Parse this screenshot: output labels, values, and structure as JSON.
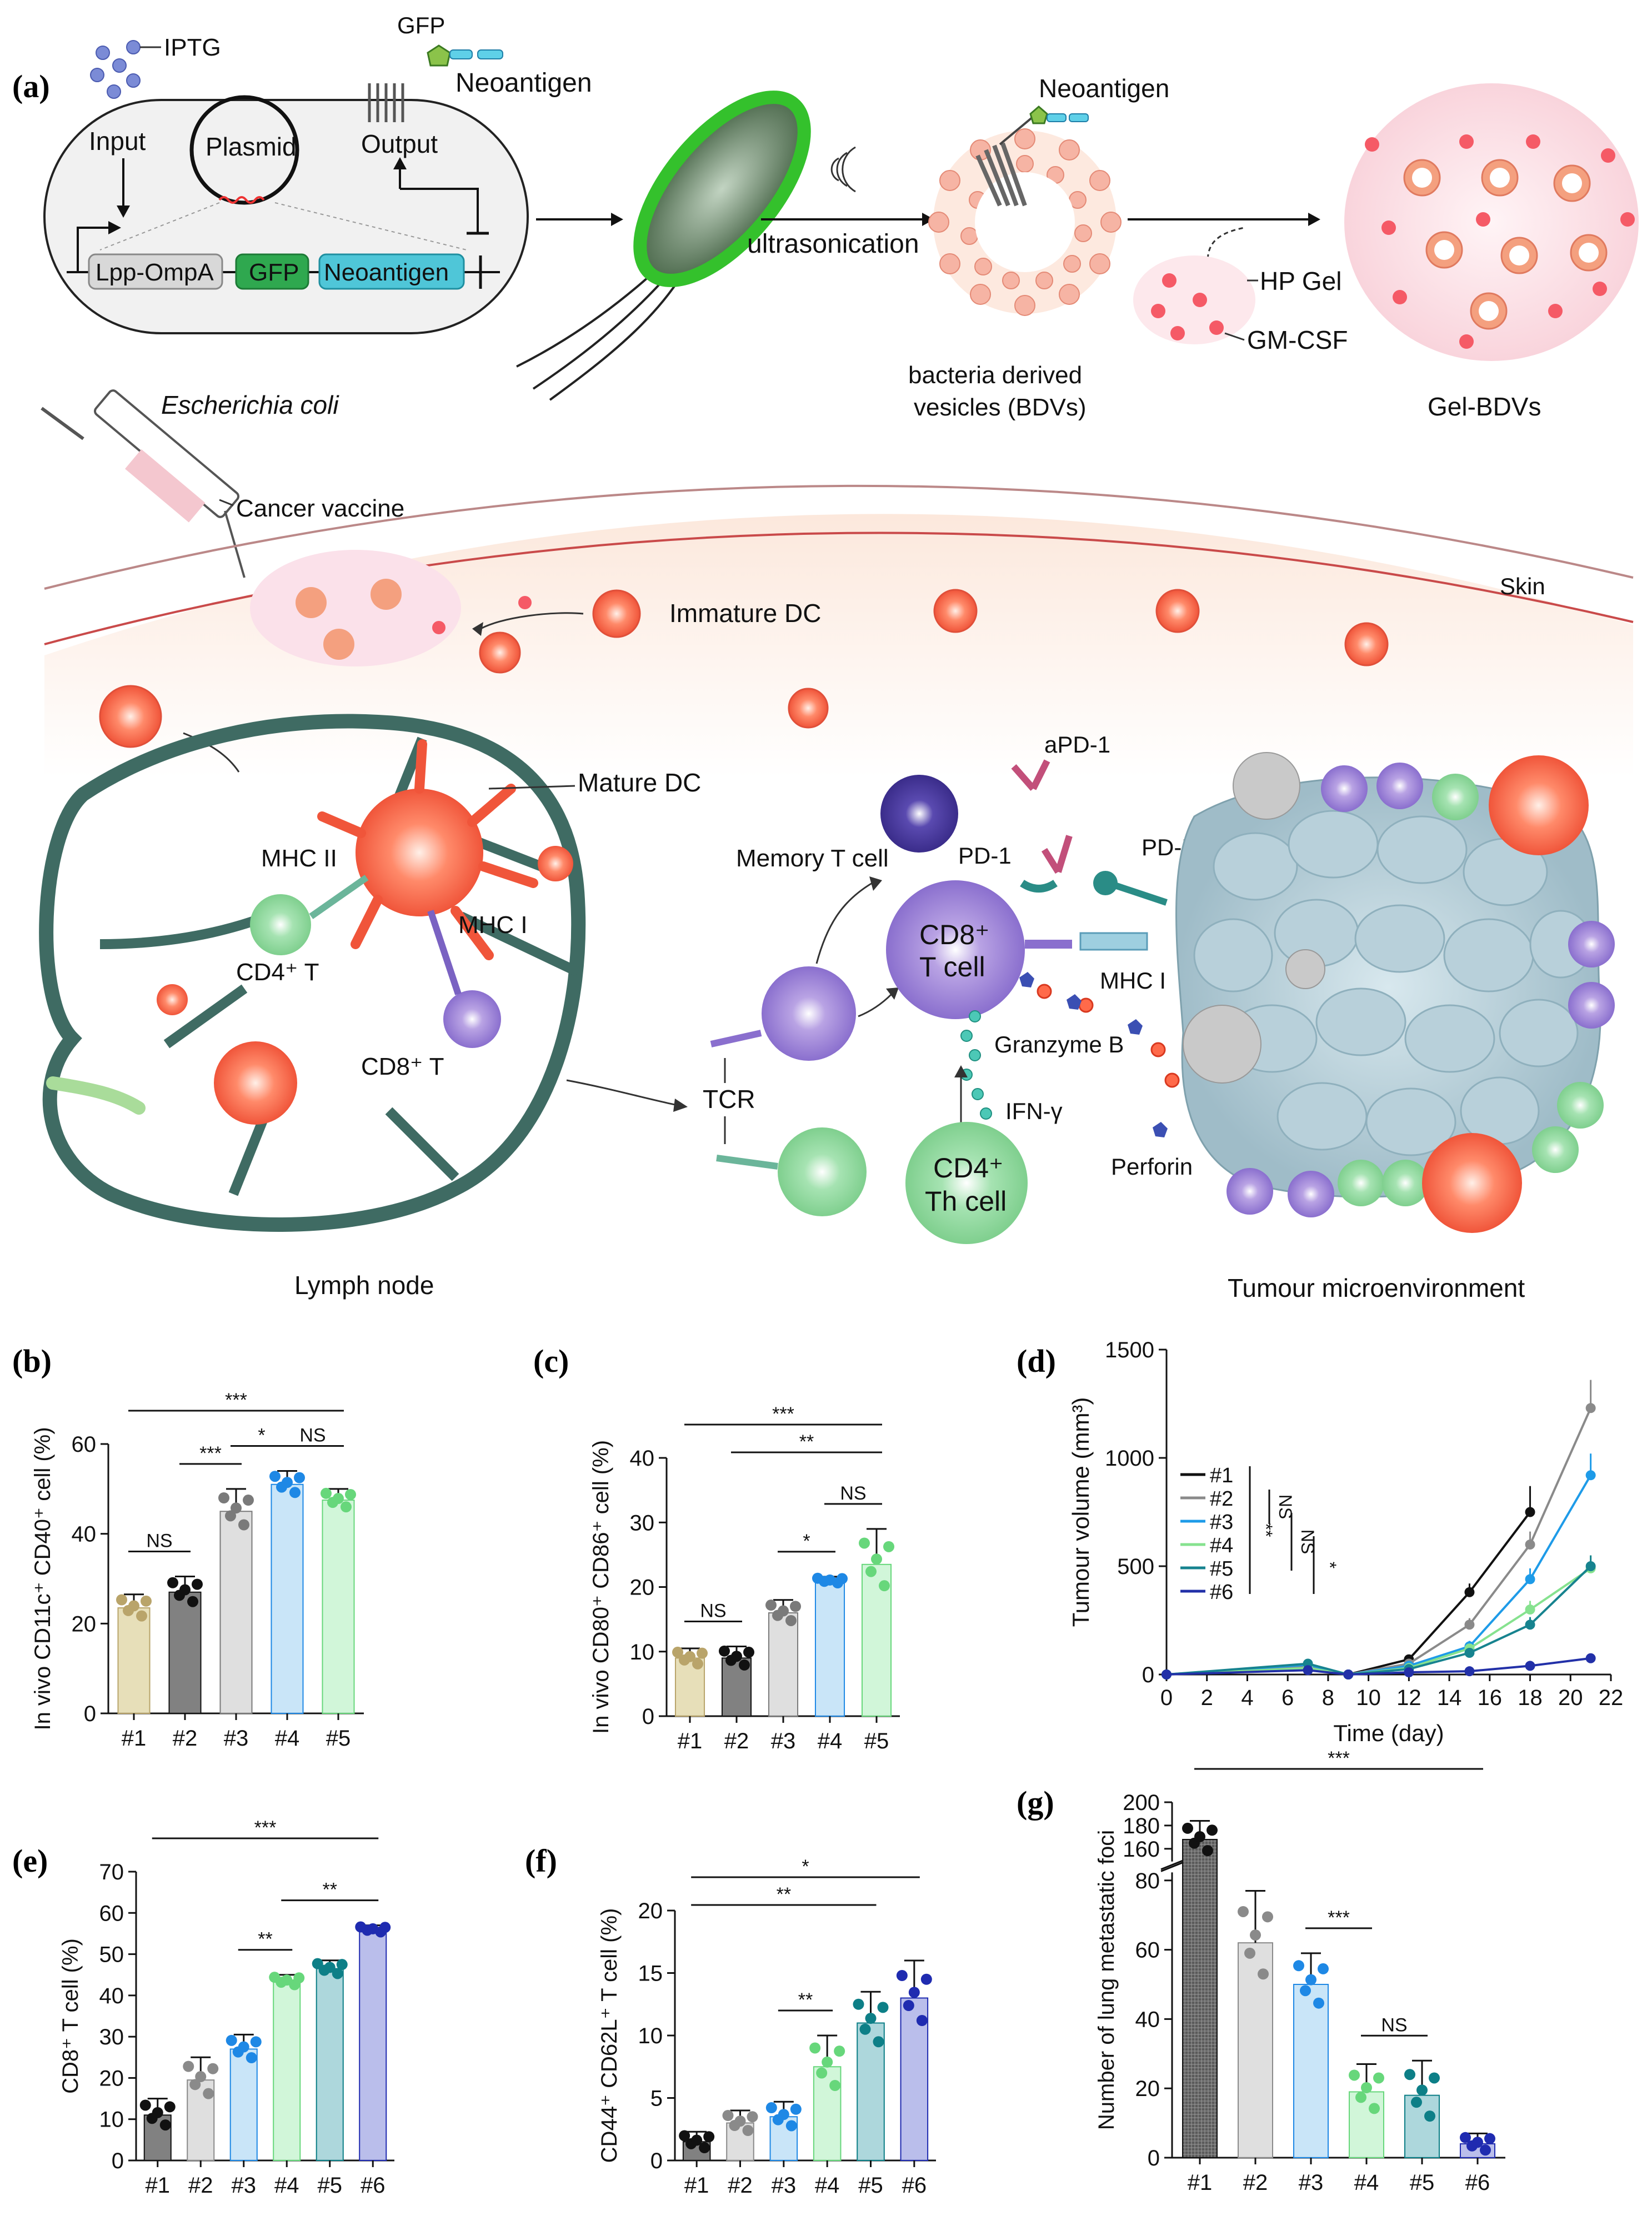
{
  "panel_labels": [
    "(a)",
    "(b)",
    "(c)",
    "(d)",
    "(e)",
    "(f)",
    "(g)"
  ],
  "schematic": {
    "ecoli": {
      "iptg": "IPTG",
      "input": "Input",
      "plasmid": "Plasmid",
      "output": "Output",
      "gfp_top": "GFP",
      "neoantigen_top": "Neoantigen",
      "lpp": "Lpp-OmpA",
      "gfp": "GFP",
      "neoantigen": "Neoantigen",
      "caption": "Escherichia coli"
    },
    "ultrasonication": "ultrasonication",
    "bdv_neoantigen": "Neoantigen",
    "bdv_caption_1": "bacteria derived",
    "bdv_caption_2": "vesicles (BDVs)",
    "hp_gel": "HP Gel",
    "gm_csf": "GM-CSF",
    "gel_bdvs": "Gel-BDVs",
    "cancer_vaccine": "Cancer vaccine",
    "skin": "Skin",
    "immature_dc": "Immature DC",
    "mature_dc": "Mature DC",
    "mhc_ii": "MHC II",
    "mhc_i_left": "MHC I",
    "cd4_t": "CD4⁺ T",
    "cd8_t": "CD8⁺ T",
    "lymph_node": "Lymph node",
    "memory_t": "Memory T cell",
    "tcr": "TCR",
    "cd8_tcell_1": "CD8⁺",
    "cd8_tcell_2": "T cell",
    "cd4_th_1": "CD4⁺",
    "cd4_th_2": "Th cell",
    "ifn": "IFN-γ",
    "granzyme": "Granzyme B",
    "perforin": "Perforin",
    "apd1": "aPD-1",
    "pd1": "PD-1",
    "pdl1": "PD-L1",
    "mhc_i_right": "MHC I",
    "tme": "Tumour microenvironment"
  },
  "chart_data": [
    {
      "panel": "(b)",
      "type": "bar",
      "ylabel": "In vivo CD11c⁺ CD40⁺ cell (%)",
      "categories": [
        "#1",
        "#2",
        "#3",
        "#4",
        "#5"
      ],
      "values": [
        23.5,
        27,
        45,
        51,
        47.5
      ],
      "errors": [
        3,
        3.5,
        5,
        3,
        2.5
      ],
      "ylim": [
        0,
        60
      ],
      "yticks": [
        0,
        20,
        40,
        60
      ],
      "colors": [
        "#e3d9ad",
        "#6b6b6b",
        "#d9d9d9",
        "#bfe0f7",
        "#c9f5d2"
      ],
      "dot_colors": [
        "#b9a46a",
        "#111111",
        "#7a7a7a",
        "#1e88e5",
        "#67d77b"
      ],
      "significance": [
        {
          "from": 1,
          "to": 2,
          "label": "NS"
        },
        {
          "from": 2,
          "to": 3,
          "label": "***"
        },
        {
          "from": 3,
          "to": 4,
          "label": "*"
        },
        {
          "from": 4,
          "to": 5,
          "label": "NS"
        },
        {
          "from": 1,
          "to": 5,
          "label": "***"
        }
      ]
    },
    {
      "panel": "(c)",
      "type": "bar",
      "ylabel": "In vivo CD80⁺ CD86⁺ cell (%)",
      "categories": [
        "#1",
        "#2",
        "#3",
        "#4",
        "#5"
      ],
      "values": [
        9,
        9,
        16,
        21,
        23.5
      ],
      "errors": [
        1.5,
        1.8,
        2,
        0.6,
        5.5
      ],
      "ylim": [
        0,
        40
      ],
      "yticks": [
        0,
        10,
        20,
        30,
        40
      ],
      "colors": [
        "#e3d9ad",
        "#6b6b6b",
        "#d9d9d9",
        "#bfe0f7",
        "#c9f5d2"
      ],
      "dot_colors": [
        "#b9a46a",
        "#111111",
        "#7a7a7a",
        "#1e88e5",
        "#67d77b"
      ],
      "significance": [
        {
          "from": 1,
          "to": 2,
          "label": "NS"
        },
        {
          "from": 3,
          "to": 4,
          "label": "*"
        },
        {
          "from": 4,
          "to": 5,
          "label": "NS"
        },
        {
          "from": 2,
          "to": 5,
          "label": "**"
        },
        {
          "from": 1,
          "to": 5,
          "label": "***"
        }
      ]
    },
    {
      "panel": "(d)",
      "type": "line",
      "xlabel": "Time (day)",
      "ylabel": "Tumour volume (mm³)",
      "xlim": [
        0,
        22
      ],
      "ylim": [
        0,
        1500
      ],
      "xticks": [
        0,
        2,
        4,
        6,
        8,
        10,
        12,
        14,
        16,
        18,
        20,
        22
      ],
      "yticks": [
        0,
        500,
        1000,
        1500
      ],
      "x": [
        0,
        7,
        9,
        12,
        15,
        18,
        21
      ],
      "series": [
        {
          "name": "#1",
          "color": "#111111",
          "values": [
            0,
            40,
            0,
            70,
            380,
            750,
            null
          ],
          "errors": [
            0,
            15,
            0,
            15,
            40,
            120,
            null
          ]
        },
        {
          "name": "#2",
          "color": "#8a8a8a",
          "values": [
            0,
            35,
            0,
            50,
            230,
            600,
            1230
          ],
          "errors": [
            0,
            15,
            0,
            15,
            30,
            60,
            130
          ]
        },
        {
          "name": "#3",
          "color": "#1e9be8",
          "values": [
            0,
            45,
            0,
            40,
            130,
            440,
            920
          ],
          "errors": [
            0,
            15,
            0,
            15,
            25,
            50,
            100
          ]
        },
        {
          "name": "#4",
          "color": "#86e28f",
          "values": [
            0,
            30,
            0,
            30,
            120,
            300,
            490
          ],
          "errors": [
            0,
            15,
            0,
            10,
            20,
            40,
            60
          ]
        },
        {
          "name": "#5",
          "color": "#17838f",
          "values": [
            0,
            50,
            0,
            25,
            100,
            230,
            500
          ],
          "errors": [
            0,
            15,
            0,
            10,
            20,
            35,
            50
          ]
        },
        {
          "name": "#6",
          "color": "#2230a8",
          "values": [
            0,
            20,
            0,
            10,
            15,
            40,
            75
          ],
          "errors": [
            0,
            10,
            0,
            5,
            5,
            8,
            10
          ]
        }
      ],
      "significance": [
        "**",
        "NS",
        "NS",
        "*"
      ]
    },
    {
      "panel": "(e)",
      "type": "bar",
      "ylabel": "CD8⁺ T cell  (%)",
      "categories": [
        "#1",
        "#2",
        "#3",
        "#4",
        "#5",
        "#6"
      ],
      "values": [
        11,
        19.5,
        27,
        43.5,
        46.5,
        56
      ],
      "errors": [
        4,
        5.5,
        3.5,
        1.5,
        2,
        1
      ],
      "ylim": [
        0,
        70
      ],
      "yticks": [
        0,
        10,
        20,
        30,
        40,
        50,
        60,
        70
      ],
      "colors": [
        "#6b6b6b",
        "#d9d9d9",
        "#bfe0f7",
        "#c9f5d2",
        "#9fd0d6",
        "#aeb3e8"
      ],
      "dot_colors": [
        "#111111",
        "#8a8a8a",
        "#1e88e5",
        "#67d77b",
        "#0d7f87",
        "#1f2bb0"
      ],
      "significance": [
        {
          "from": 3,
          "to": 4,
          "label": "**"
        },
        {
          "from": 4,
          "to": 6,
          "label": "**"
        },
        {
          "from": 1,
          "to": 6,
          "label": "***"
        }
      ]
    },
    {
      "panel": "(f)",
      "type": "bar",
      "ylabel": "CD44⁺ CD62L⁺ T cell  (%)",
      "categories": [
        "#1",
        "#2",
        "#3",
        "#4",
        "#5",
        "#6"
      ],
      "values": [
        1.5,
        3,
        3.5,
        7.5,
        11,
        13
      ],
      "errors": [
        0.8,
        1,
        1.2,
        2.5,
        2.5,
        3
      ],
      "ylim": [
        0,
        20
      ],
      "yticks": [
        0,
        5,
        10,
        15,
        20
      ],
      "colors": [
        "#6b6b6b",
        "#d9d9d9",
        "#bfe0f7",
        "#c9f5d2",
        "#9fd0d6",
        "#aeb3e8"
      ],
      "dot_colors": [
        "#111111",
        "#8a8a8a",
        "#1e88e5",
        "#67d77b",
        "#0d7f87",
        "#1f2bb0"
      ],
      "significance": [
        {
          "from": 3,
          "to": 4,
          "label": "**"
        },
        {
          "from": 1,
          "to": 5,
          "label": "**"
        },
        {
          "from": 1,
          "to": 6,
          "label": "*"
        }
      ]
    },
    {
      "panel": "(g)",
      "type": "bar",
      "ylabel": "Number of lung metastatic foci",
      "categories": [
        "#1",
        "#2",
        "#3",
        "#4",
        "#5",
        "#6"
      ],
      "values": [
        168,
        62,
        50,
        19,
        18,
        4
      ],
      "errors": [
        16,
        15,
        9,
        8,
        10,
        3
      ],
      "ylim": [
        0,
        200
      ],
      "yticks": [
        0,
        20,
        40,
        60,
        80,
        160,
        180,
        200
      ],
      "axis_break": [
        85,
        145
      ],
      "colors": [
        "#6b6b6b",
        "#d9d9d9",
        "#bfe0f7",
        "#c9f5d2",
        "#9fd0d6",
        "#aeb3e8"
      ],
      "dot_colors": [
        "#111111",
        "#8a8a8a",
        "#1e88e5",
        "#67d77b",
        "#0d7f87",
        "#1f2bb0"
      ],
      "significance": [
        {
          "from": 3,
          "to": 4,
          "label": "***"
        },
        {
          "from": 4,
          "to": 5,
          "label": "NS"
        },
        {
          "from": 1,
          "to": 6,
          "label": "***"
        }
      ]
    }
  ]
}
